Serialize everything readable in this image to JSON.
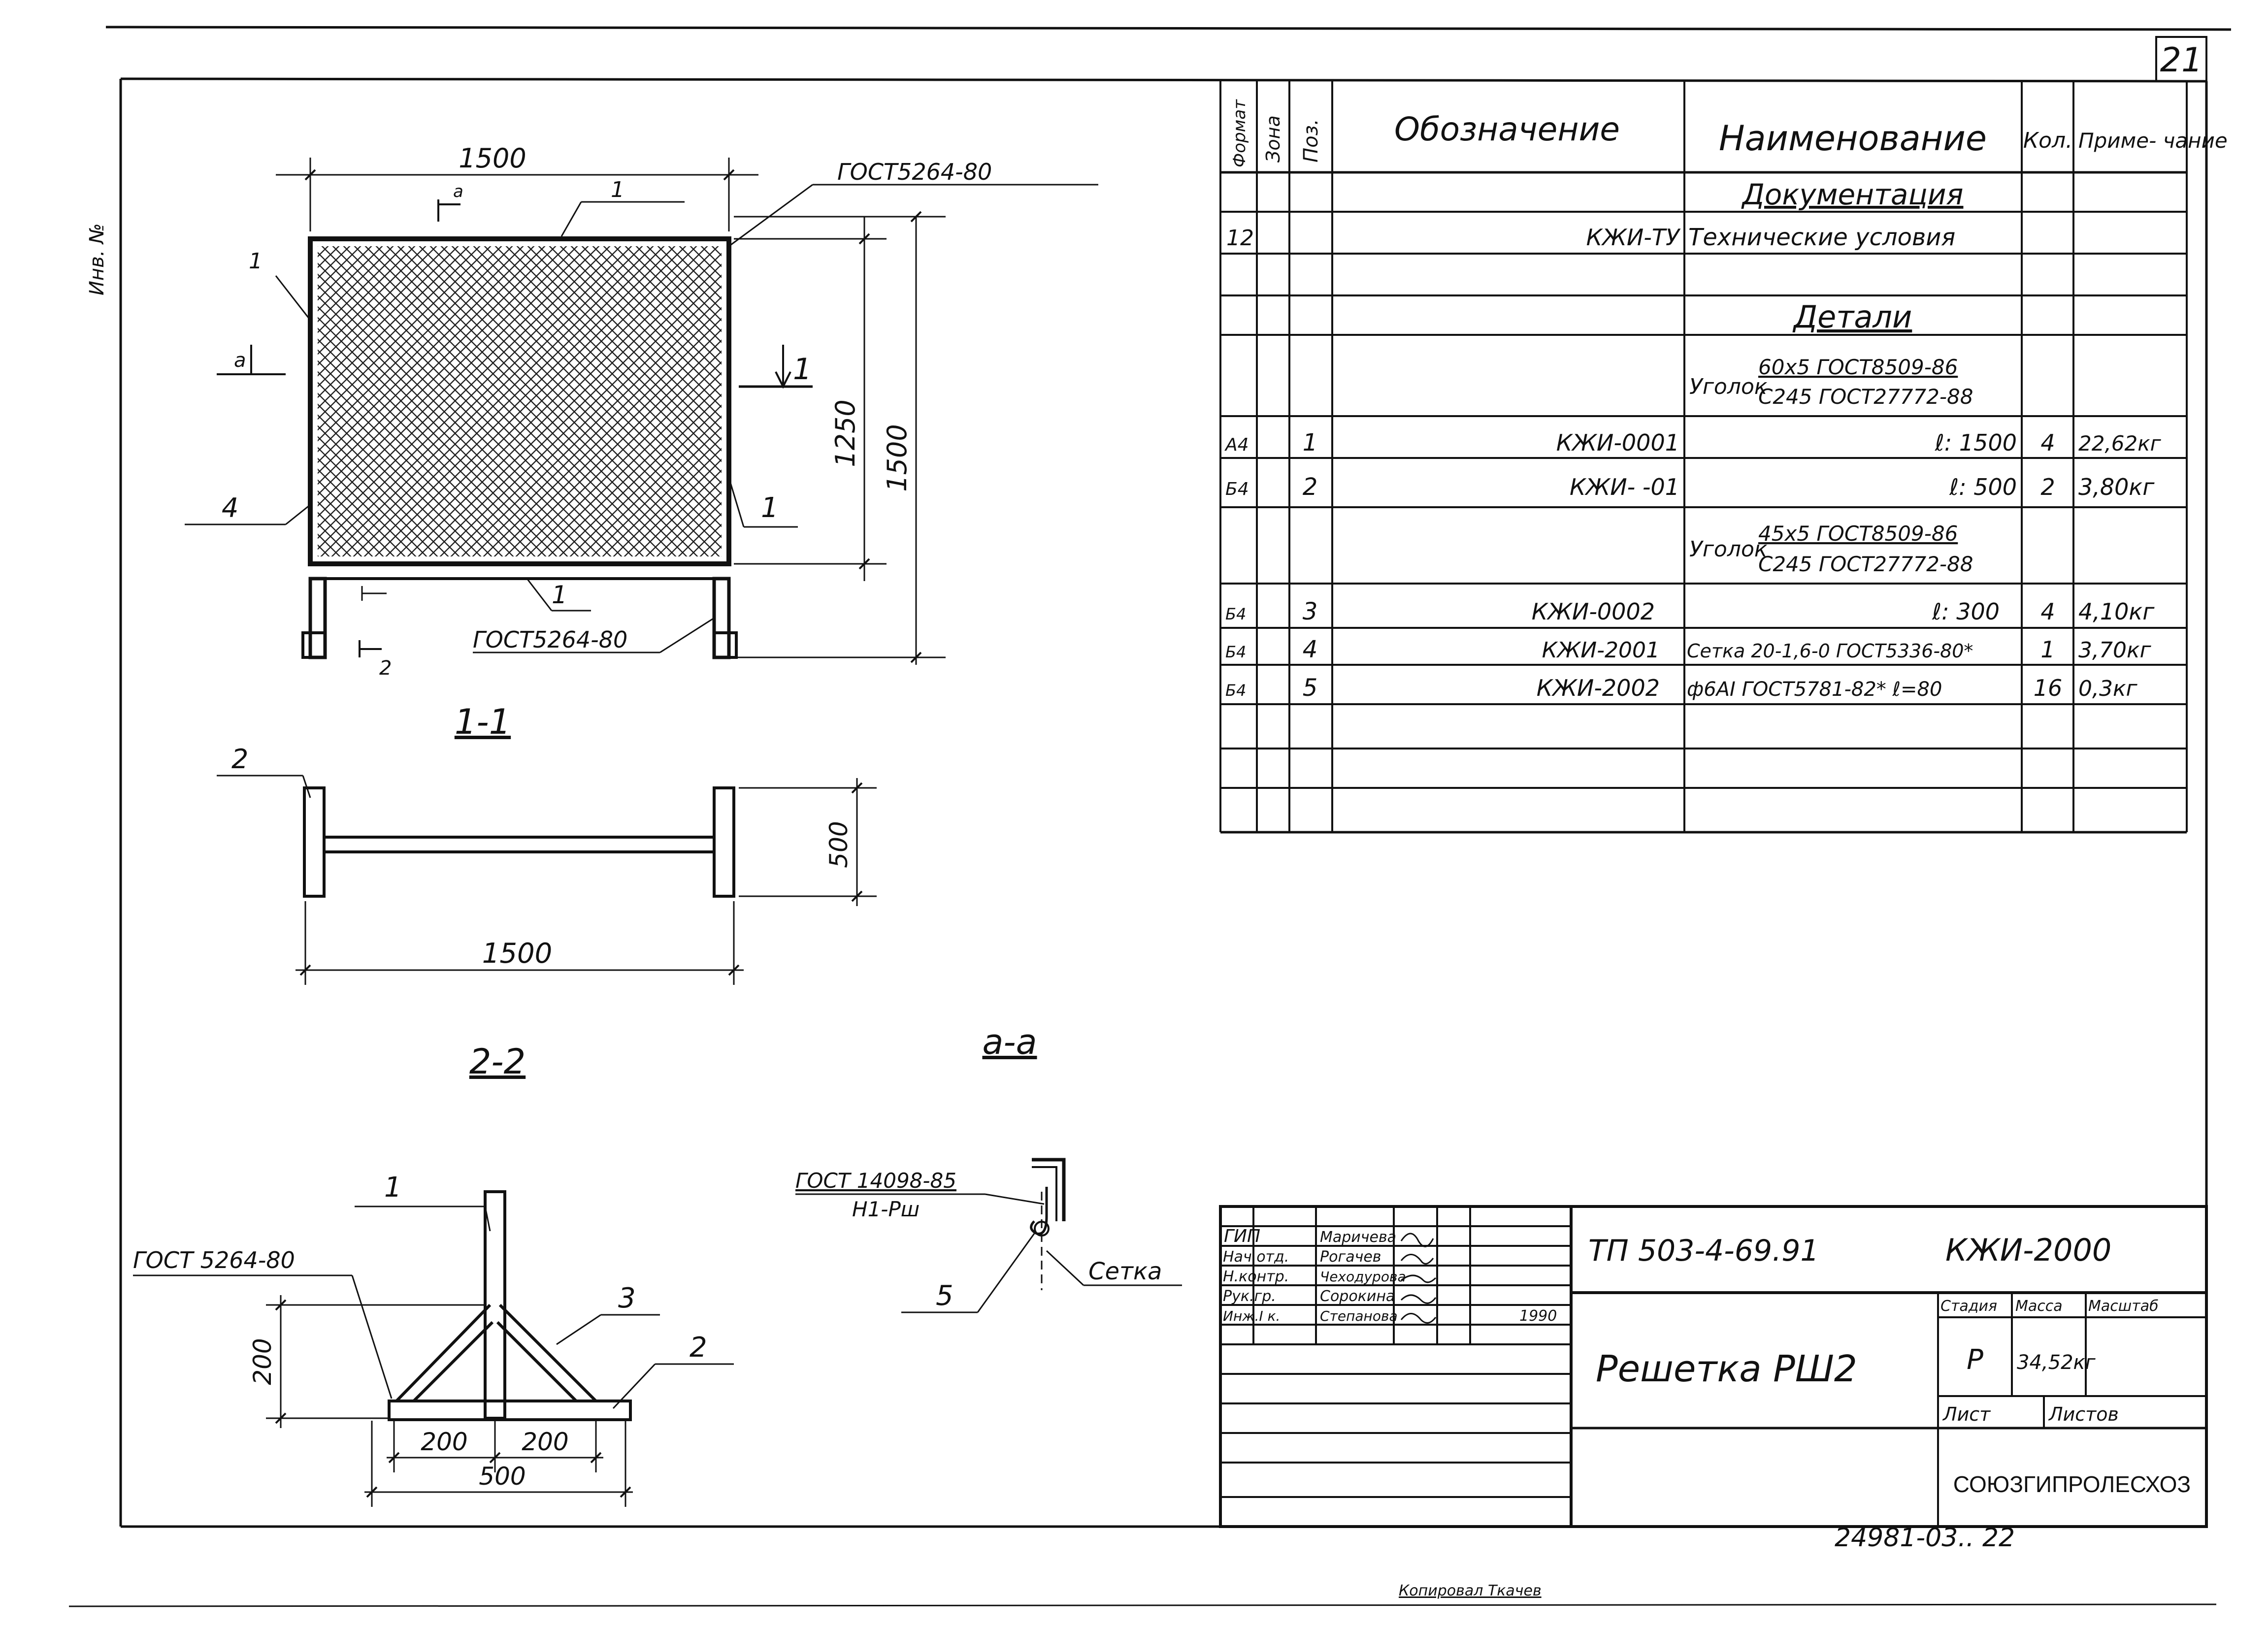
{
  "sheet": {
    "number": "21",
    "bottom_code": "24981-03.. 22",
    "bottom_note": "Копировал Ткачев",
    "left_margin_note": "Инв. №"
  },
  "spec_table": {
    "headers": {
      "format": "Формат",
      "zone": "Зона",
      "pos": "Поз.",
      "designation": "Обозначение",
      "name": "Наименование",
      "qty": "Кол.",
      "note": "Приме- чание"
    },
    "section_docs": "Документация",
    "section_details": "Детали",
    "rows": [
      {
        "format": "12",
        "pos": "",
        "designation": "КЖИ-ТУ",
        "name": "Технические условия",
        "qty": "",
        "note": ""
      },
      {
        "format": "А4",
        "pos": "1",
        "designation": "КЖИ-0001",
        "name": "ℓ: 1500",
        "qty": "4",
        "note": "22,62кг"
      },
      {
        "format": "Б4",
        "pos": "2",
        "designation": "КЖИ-   -01",
        "name": "ℓ: 500",
        "qty": "2",
        "note": "3,80кг"
      },
      {
        "format": "Б4",
        "pos": "3",
        "designation": "КЖИ-0002",
        "name": "ℓ: 300",
        "qty": "4",
        "note": "4,10кг"
      },
      {
        "format": "Б4",
        "pos": "4",
        "designation": "КЖИ-2001",
        "name": "Сетка 20-1,6-0 ГОСТ5336-80*",
        "qty": "1",
        "note": "3,70кг"
      },
      {
        "format": "Б4",
        "pos": "5",
        "designation": "КЖИ-2002",
        "name": "ф6АI ГОСТ5781-82* ℓ=80",
        "qty": "16",
        "note": "0,3кг"
      }
    ],
    "angle1": {
      "prefix": "Уголок",
      "top": "60х5 ГОСТ8509-86",
      "bottom": "С245 ГОСТ27772-88"
    },
    "angle2": {
      "prefix": "Уголок",
      "top": "45х5 ГОСТ8509-86",
      "bottom": "С245 ГОСТ27772-88"
    }
  },
  "title_block": {
    "project": "ТП 503-4-69.91",
    "code": "КЖИ-2000",
    "title": "Решетка РШ2",
    "stage_label": "Стадия",
    "mass_label": "Масса",
    "scale_label": "Масштаб",
    "stage": "Р",
    "mass": "34,52кг",
    "sheet_label": "Лист",
    "sheets_label": "Листов",
    "org": "СОЮЗГИПРОЛЕСХОЗ",
    "year": "1990",
    "signers": [
      {
        "role": "ГИП",
        "name": "Маричева"
      },
      {
        "role": "Нач.отд.",
        "name": "Рогачев"
      },
      {
        "role": "Н.контр.",
        "name": "Чеходурова"
      },
      {
        "role": "Рук.гр.",
        "name": "Сорокина"
      },
      {
        "role": "Инж.I к.",
        "name": "Степанова"
      }
    ]
  },
  "views": {
    "main": {
      "dim_width": "1500",
      "dim_height_inner": "1250",
      "dim_height_total": "1500",
      "gost_top": "ГОСТ5264-80",
      "gost_bottom": "ГОСТ5264-80",
      "pos_labels": [
        "1",
        "1",
        "1",
        "4",
        "1",
        "a",
        "2"
      ]
    },
    "section_1_1": {
      "label": "1-1",
      "dim_width": "1500",
      "dim_depth": "500",
      "pos": "2"
    },
    "section_2_2": {
      "label": "2-2",
      "gost": "ГОСТ 5264-80",
      "dim_height": "200",
      "dim_a": "200",
      "dim_b": "200",
      "dim_total": "500",
      "pos": [
        "1",
        "3",
        "2"
      ]
    },
    "section_a_a": {
      "label": "a-a",
      "gost_top": "ГОСТ 14098-85",
      "gost_bottom": "Н1-Рш",
      "pos": "5",
      "net_label": "Сетка"
    }
  }
}
